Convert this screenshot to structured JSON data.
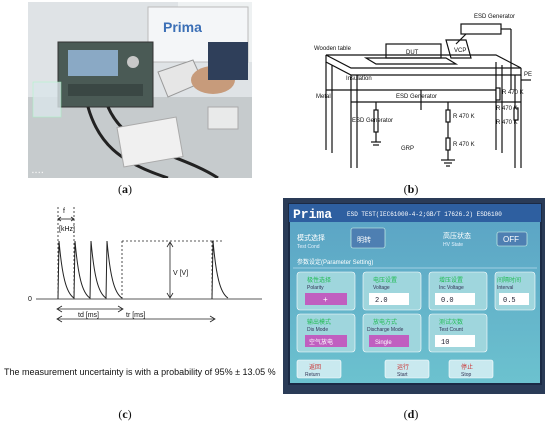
{
  "captions": {
    "a": "a",
    "b": "b",
    "c": "c",
    "d": "d"
  },
  "panel_a": {
    "brand": "Prima"
  },
  "panel_b": {
    "labels": {
      "wooden_table": "Wooden table",
      "esd_generator_top": "ESD Generator",
      "insulation": "Insulation",
      "dut": "DUT",
      "vcp": "VCP",
      "metal": "Metal",
      "esd_generator_mid": "ESD Generator",
      "esd_generator_left": "ESD Generator",
      "grp": "GRP",
      "pe": "PE",
      "r1": "R 470 K",
      "r2": "R 470 K",
      "r3": "R 470 K",
      "r4": "R 470 K",
      "r5": "R 470 K"
    }
  },
  "panel_c": {
    "f_label": "f",
    "khz_label": "[kHz]",
    "v_label": "V [V]",
    "zero_label": "0",
    "td_label": "td [ms]",
    "tr_label": "tr [ms]",
    "uncertainty": "The measurement uncertainty is with a probability of 95% ± 13.05 %"
  },
  "panel_d": {
    "brand": "Prima",
    "header": "ESD TEST(IEC61000-4-2;GB/T 17626.2) ESD6100",
    "mode_select": "模式选择",
    "test_cond": "Test Cond",
    "mode_value": "明转",
    "hv_state": "高压状态",
    "hv_state_en": "HV State",
    "hv_value": "OFF",
    "section": "参数设定(Parameter Setting)",
    "polarity_cn": "极性选择",
    "polarity_en": "Polarity",
    "polarity_value": "+",
    "voltage_cn": "电压设置",
    "voltage_en": "Voltage",
    "voltage_value": "2.0",
    "inc_voltage_cn": "增压设置",
    "inc_voltage_en": "Inc Voltage",
    "inc_voltage_value": "0.0",
    "interval_cn": "间隔时间",
    "interval_en": "Interval",
    "interval_value": "0.5",
    "dis_mode_cn": "输出模式",
    "dis_mode_en": "Dis Mode",
    "dis_mode_value": "空气放电",
    "dis_way_cn": "放电方式",
    "dis_way_en": "Discharge Mode",
    "dis_way_value": "Single",
    "test_count_cn": "测试次数",
    "test_count_en": "Test Count",
    "test_count_value": "10",
    "btn_return": "返回",
    "btn_return_en": "Return",
    "btn_run": "运行",
    "btn_run_en": "Start",
    "btn_stop": "停止",
    "btn_stop_en": "Stop"
  }
}
